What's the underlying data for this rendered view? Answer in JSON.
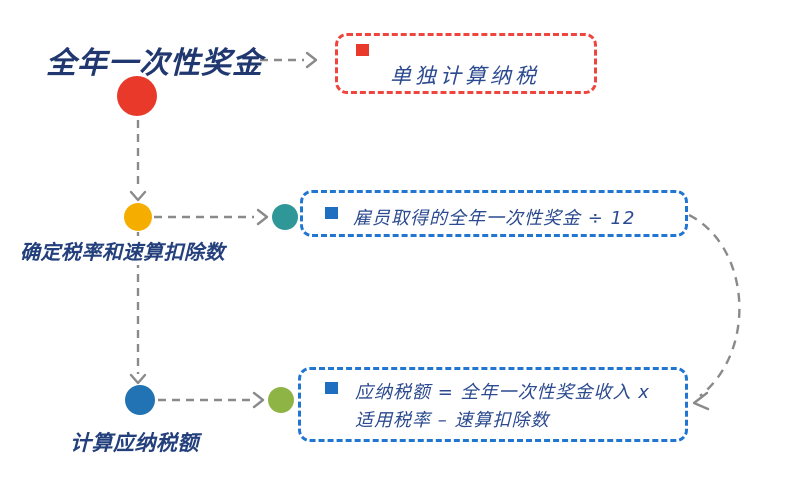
{
  "diagram": {
    "title": "全年一次性奖金",
    "steps": [
      {
        "label": "确定税率和速算扣除数"
      },
      {
        "label": "计算应纳税额"
      }
    ],
    "callouts": [
      {
        "text": "单独计算纳税"
      },
      {
        "text": "雇员取得的全年一次性奖金 ÷ 12"
      },
      {
        "line1": "应纳税额 = 全年一次性奖金收入 x",
        "line2": "适用税率 – 速算扣除数"
      }
    ],
    "colors": {
      "title_text": "#20386f",
      "body_text": "#2b4a8f",
      "node_red": "#e8392b",
      "node_yellow": "#f5ae00",
      "node_teal": "#2f9798",
      "node_blue": "#2173b4",
      "node_green": "#8eb445",
      "callout_red_border": "#ee453e",
      "callout_blue_border": "#2176d2",
      "bullet_red": "#e8392b",
      "bullet_blue": "#1e6fc0",
      "connector_gray": "#8a8a8a",
      "background": "#ffffff"
    }
  }
}
